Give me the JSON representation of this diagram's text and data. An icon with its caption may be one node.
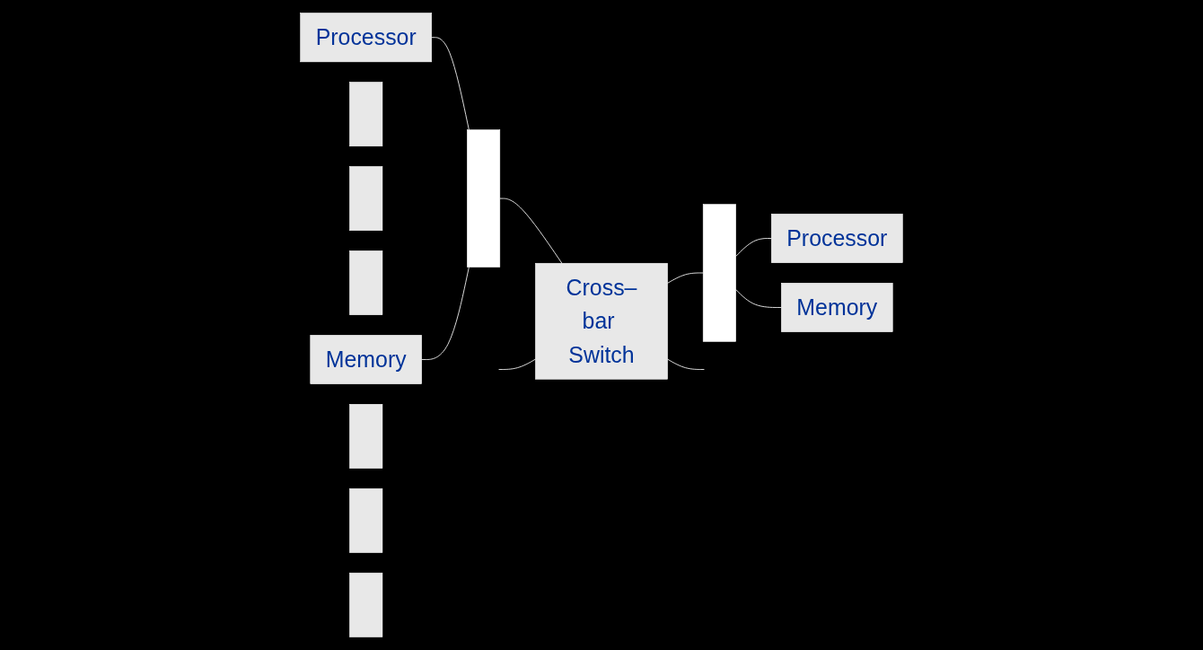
{
  "diagram": {
    "nodes": [
      {
        "text": [
          "Processor"
        ]
      },
      {
        "text": [],
        "shape": "box"
      },
      {
        "text": [],
        "shape": "box"
      },
      {
        "text": [],
        "shape": "box"
      },
      {
        "text": [
          "Memory"
        ]
      },
      {
        "text": [],
        "shape": "bar"
      },
      {
        "text": [
          "Cross–bar Switch"
        ]
      },
      {
        "text": [],
        "shape": "bar"
      },
      {
        "text": [
          "Processor"
        ]
      },
      {
        "text": [],
        "shape": "box"
      },
      {
        "text": [],
        "shape": "box"
      },
      {
        "text": [],
        "shape": "box"
      },
      {
        "text": [
          "Memory"
        ]
      }
    ],
    "edges": [
      {
        "from": 0,
        "to": 5,
        "arrow": "none"
      },
      {
        "from": 4,
        "to": 5,
        "arrow": "none"
      },
      {
        "from": 5,
        "to": 6,
        "arrow": "none"
      },
      {
        "from": 6,
        "to": 7,
        "arrow": "none"
      },
      {
        "from": 7,
        "to": 8,
        "arrow": "none"
      },
      {
        "from": 7,
        "to": 12,
        "arrow": "none"
      },
      {
        "from": null,
        "to": 6,
        "arrow": "none"
      },
      {
        "from": 6,
        "to": null,
        "arrow": "none"
      }
    ]
  }
}
